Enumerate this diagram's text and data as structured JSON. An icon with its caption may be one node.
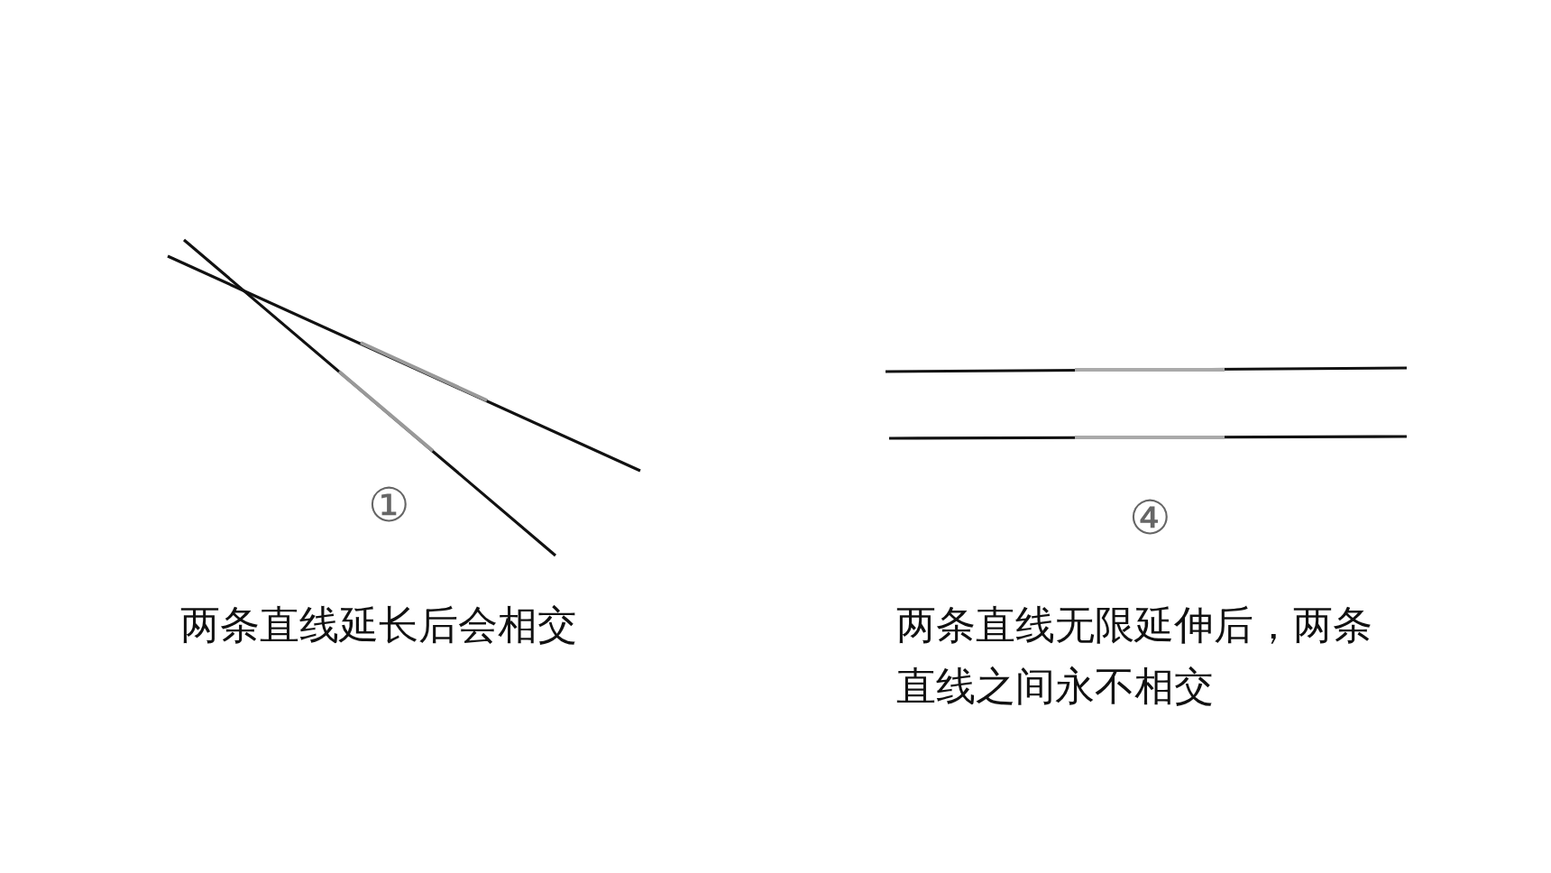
{
  "diagram": {
    "labels": [
      "①",
      "两条直线延长后会相交",
      "④",
      "两条直线无限延伸后，两条直线之间永不相交"
    ]
  }
}
